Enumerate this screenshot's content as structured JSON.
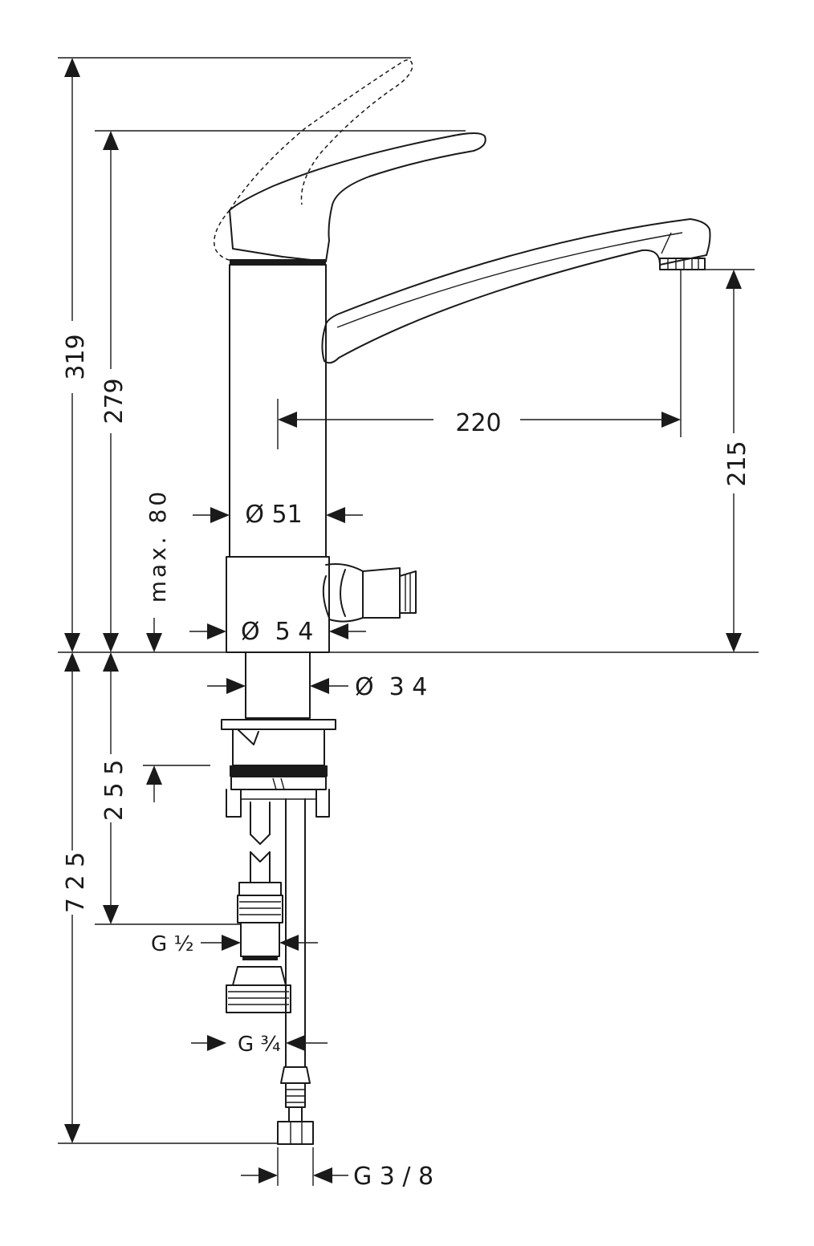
{
  "dimensions": {
    "total_height_raised": "319",
    "total_height": "279",
    "spout_reach": "220",
    "spout_height": "215",
    "max_deck": "max. 80",
    "upper_body_diameter": "Ø 51",
    "base_diameter": "Ø  5 4",
    "shank_diameter": "Ø  3 4",
    "shank_length": "2 5 5",
    "hose_length": "7 2 5",
    "thread_half": "G ½",
    "thread_three_quarter": "G ¾",
    "thread_three_eighths": "G 3 / 8"
  }
}
